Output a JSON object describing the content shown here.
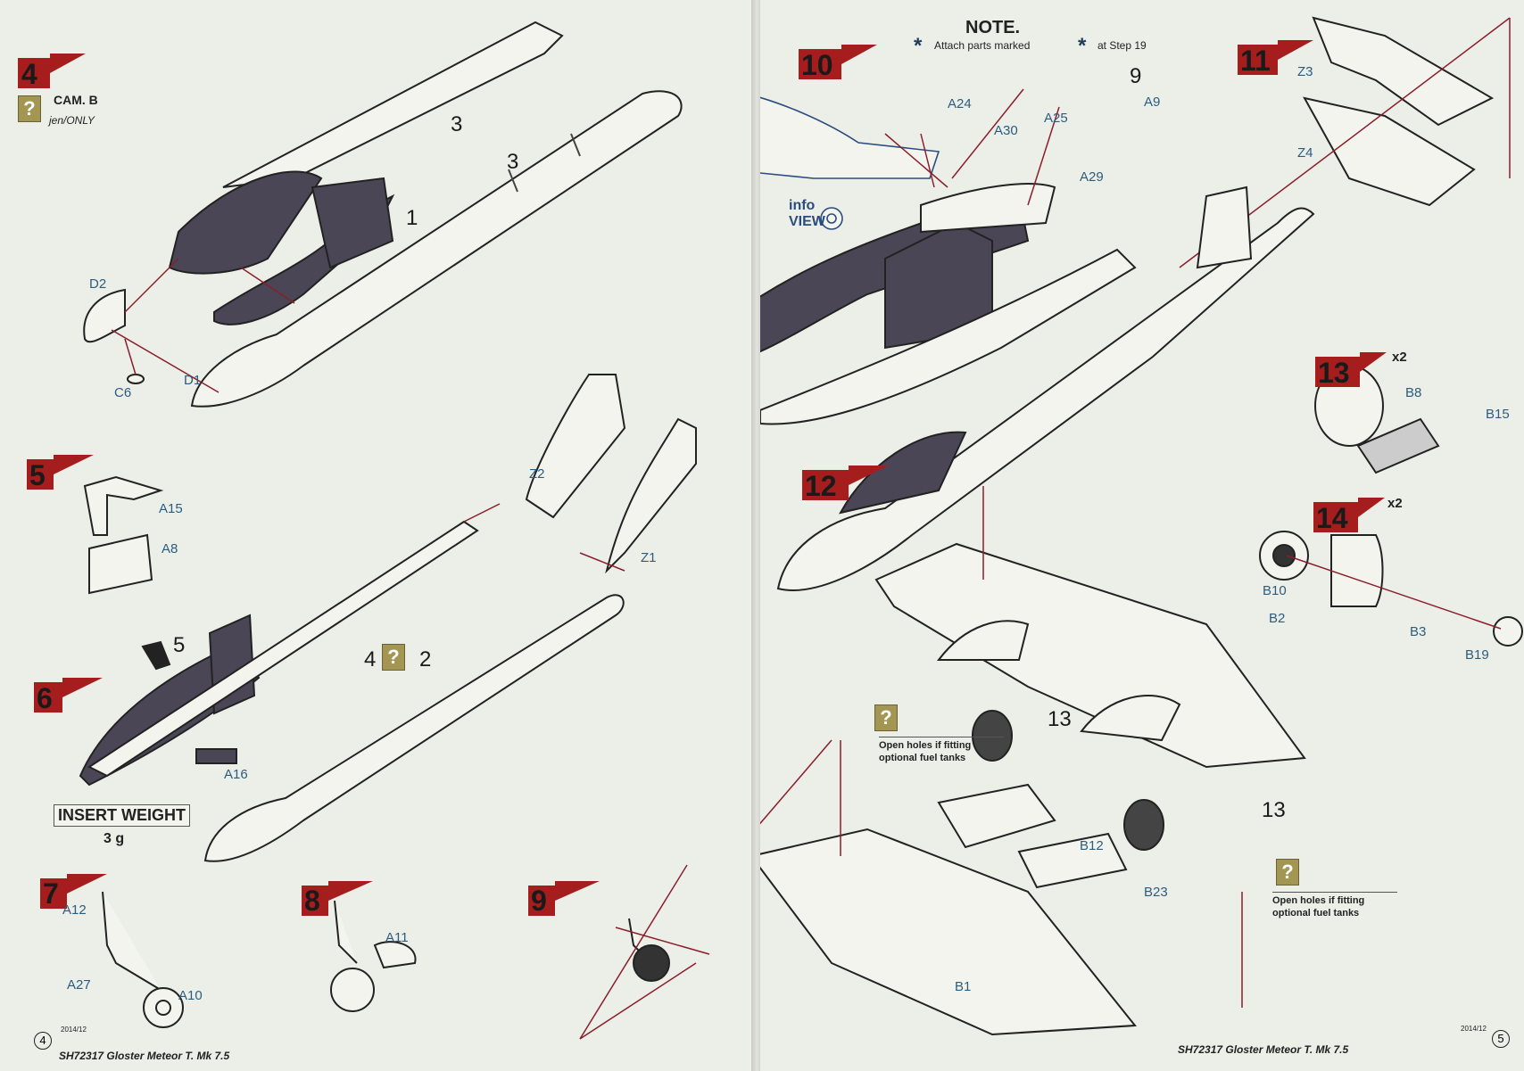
{
  "left_page": {
    "page_number": "4",
    "date_code": "2014/12",
    "footer": "SH72317  Gloster Meteor T. Mk 7.5",
    "steps": {
      "s4": {
        "num": "4",
        "note1": "CAM. B",
        "note2": "jen/ONLY",
        "parts": [
          "D2",
          "D1",
          "C6"
        ],
        "ref_a": "3",
        "ref_b": "3",
        "ref_c": "1"
      },
      "s5": {
        "num": "5",
        "parts": [
          "A15",
          "A8"
        ]
      },
      "s6": {
        "num": "6",
        "parts": [
          "A16"
        ],
        "ref_step": "5",
        "insert_weight": "INSERT WEIGHT",
        "weight": "3 g"
      },
      "s_misc": {
        "parts": [
          "Z2",
          "Z1"
        ],
        "ref_x": "4",
        "ref_y": "2"
      },
      "s7": {
        "num": "7",
        "parts": [
          "A12",
          "A27",
          "A10"
        ]
      },
      "s8": {
        "num": "8",
        "parts": [
          "A11"
        ]
      },
      "s9": {
        "num": "9"
      }
    }
  },
  "right_page": {
    "page_number": "5",
    "date_code": "2014/12",
    "footer": "SH72317  Gloster Meteor T. Mk 7.5",
    "note_title": "NOTE.",
    "note_text": "Attach parts marked",
    "note_text2": "at Step 19",
    "info": "info",
    "view": "VIEW",
    "steps": {
      "s10": {
        "num": "10",
        "parts": [
          "A24",
          "A30",
          "A25",
          "A9",
          "A29"
        ],
        "ref": "9"
      },
      "s11": {
        "num": "11",
        "parts": [
          "Z3",
          "Z4"
        ]
      },
      "s12": {
        "num": "12",
        "parts": [
          "B2",
          "B12",
          "B23",
          "B1"
        ],
        "ref_a": "13",
        "ref_b": "13",
        "holes_note": "Open holes if fitting optional fuel tanks"
      },
      "s13": {
        "num": "13",
        "mult": "x2",
        "parts": [
          "B8",
          "B15"
        ]
      },
      "s14": {
        "num": "14",
        "mult": "x2",
        "parts": [
          "B10",
          "B3",
          "B19"
        ]
      }
    }
  },
  "colors": {
    "flag": "#a51d1d",
    "line": "#8a1e2a",
    "label": "#2b5d7f",
    "dark_part": "#4a4656",
    "qbox": "#a39652"
  }
}
